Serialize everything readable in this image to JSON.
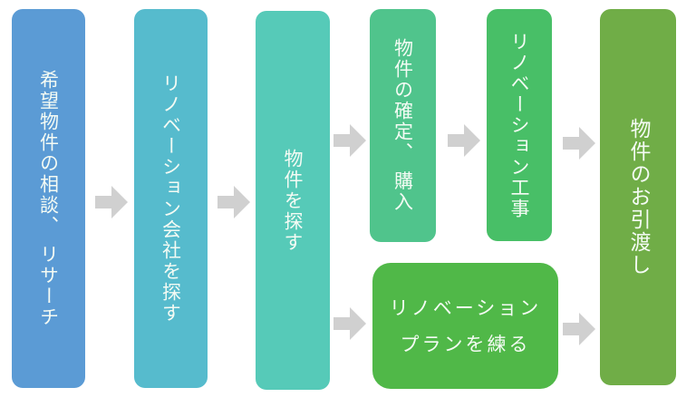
{
  "steps": {
    "consult": "希望物件の相談、 リサーチ",
    "find_company": "リノベーション会社を探す",
    "find_property": "物件を探す",
    "confirm_purchase": "物件の確定、 購入",
    "renovation_work": "リノベーション工事",
    "plan_line1": "リノベーション",
    "plan_line2": "プランを練る",
    "handover": "物件のお引渡し"
  },
  "colors": {
    "consult": "#5B9BD5",
    "find_company": "#56BBCD",
    "find_property": "#56CAB8",
    "confirm_purchase": "#50C48C",
    "renovation_work": "#48BF67",
    "plan": "#50B848",
    "handover": "#70AD47",
    "arrow": "#D0D0D0"
  }
}
